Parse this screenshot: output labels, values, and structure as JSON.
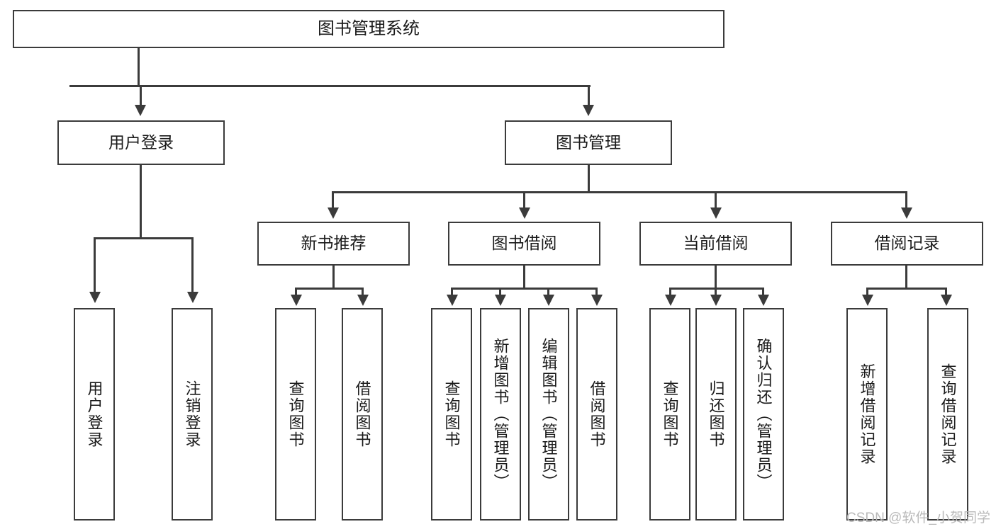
{
  "diagram": {
    "type": "tree",
    "title": "图书管理系统",
    "watermark": "CSDN @软件_小贺同学",
    "colors": {
      "stroke": "#3b3b3b",
      "fill": "#ffffff",
      "text": "#1a1a1a",
      "watermark": "#b9b9b9"
    },
    "root": {
      "label": "图书管理系统"
    },
    "level2": [
      {
        "label": "用户登录"
      },
      {
        "label": "图书管理"
      }
    ],
    "level3": [
      {
        "label": "新书推荐"
      },
      {
        "label": "图书借阅"
      },
      {
        "label": "当前借阅"
      },
      {
        "label": "借阅记录"
      }
    ],
    "leaves": {
      "user_login": [
        {
          "label": "用户登录"
        },
        {
          "label": "注销登录"
        }
      ],
      "new_book": [
        {
          "label": "查询图书"
        },
        {
          "label": "借阅图书"
        }
      ],
      "borrow_book": [
        {
          "label": "查询图书"
        },
        {
          "label": "新增图书（管理员）"
        },
        {
          "label": "编辑图书（管理员）"
        },
        {
          "label": "借阅图书"
        }
      ],
      "current_borrow": [
        {
          "label": "查询图书"
        },
        {
          "label": "归还图书"
        },
        {
          "label": "确认归还（管理员）"
        }
      ],
      "borrow_record": [
        {
          "label": "新增借阅记录"
        },
        {
          "label": "查询借阅记录"
        }
      ]
    }
  }
}
